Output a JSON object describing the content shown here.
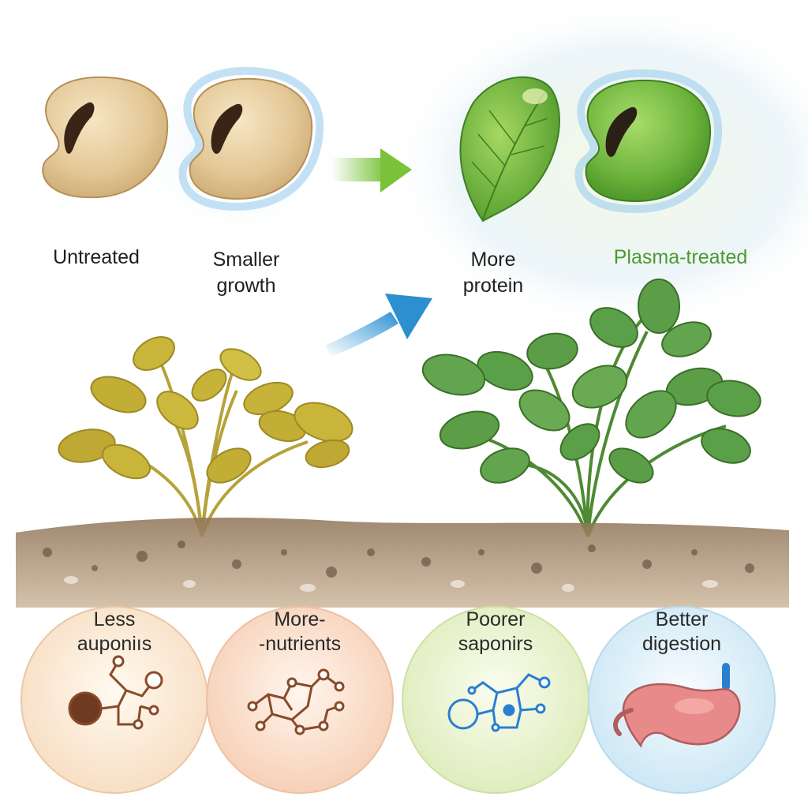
{
  "labels": {
    "untreated": "Untreated",
    "smaller_growth": [
      "Smaller",
      "growth"
    ],
    "more_protein": [
      "More",
      "protein"
    ],
    "plasma_treated": "Plasma-treated"
  },
  "circles": [
    {
      "lines": [
        "Less",
        "auponiıs"
      ],
      "icon": "saponin-molecule-icon"
    },
    {
      "lines": [
        "More-",
        "-nutrients"
      ],
      "icon": "nutrient-molecule-icon"
    },
    {
      "lines": [
        "Poorer",
        "saponirs"
      ],
      "icon": "saponin-molecule-icon"
    },
    {
      "lines": [
        "Better",
        "digestion"
      ],
      "icon": "stomach-icon"
    }
  ],
  "colors": {
    "untreated_bean": "#e1c493",
    "treated_bean": "#6fb83f",
    "yellow_leaf": "#c7b23a",
    "green_leaf": "#5c9e47",
    "soil": "#a58b6c",
    "arrow_green": "#79c23a",
    "arrow_blue": "#3a9fd8",
    "molecule_brown": "#8a4a2a",
    "molecule_blue": "#2a7fd0",
    "circle_warm": "#fbe8d6",
    "circle_peach": "#fcdcc8",
    "circle_green": "#eef6d8",
    "circle_blue": "#dff0f8"
  }
}
